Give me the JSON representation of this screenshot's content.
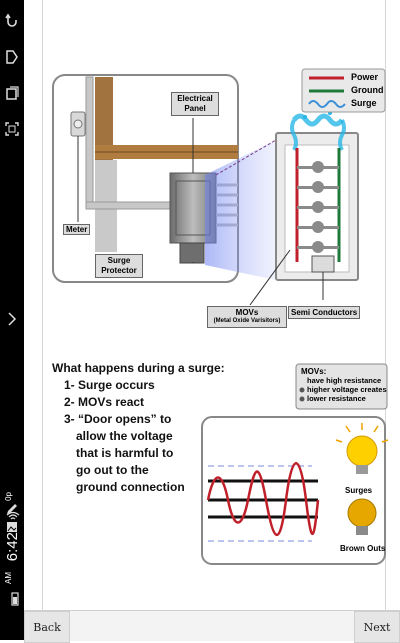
{
  "legend": {
    "power": "Power",
    "ground": "Ground",
    "surge": "Surge"
  },
  "labels": {
    "electrical_panel_1": "Electrical",
    "electrical_panel_2": "Panel",
    "meter": "Meter",
    "surge_protector_1": "Surge",
    "surge_protector_2": "Protector",
    "movs": "MOVs",
    "movs_full": "(Metal Oxide Varisitors)",
    "semi_conductors": "Semi Conductors"
  },
  "explanation": {
    "heading": "What happens during a surge:",
    "step1": "1- Surge occurs",
    "step2": "2- MOVs react",
    "step3_l1": "3- “Door opens” to",
    "step3_l2": "allow the voltage",
    "step3_l3": "that is harmful to",
    "step3_l4": "go out to the",
    "step3_l5": "ground connection"
  },
  "movs_note": {
    "title": "MOVs:",
    "item1": "have high resistance",
    "item2a": "higher voltage creates",
    "item2b": "lower resistance"
  },
  "waveform": {
    "surges": "Surges",
    "brownouts": "Brown Outs"
  },
  "nav": {
    "back": "Back",
    "next": "Next"
  },
  "status": {
    "time": "6:42",
    "ampm": "AM",
    "speed": "0p"
  },
  "colors": {
    "power": "#c0202a",
    "ground": "#1e7a3a",
    "surge": "#3a8fd8"
  },
  "icons": {
    "back": "back-arrow-icon",
    "home": "home-icon",
    "recent": "recent-apps-icon",
    "screenshot": "screenshot-icon",
    "expand": "chevron-right-icon",
    "wifi": "wifi-icon",
    "battery": "battery-icon"
  }
}
